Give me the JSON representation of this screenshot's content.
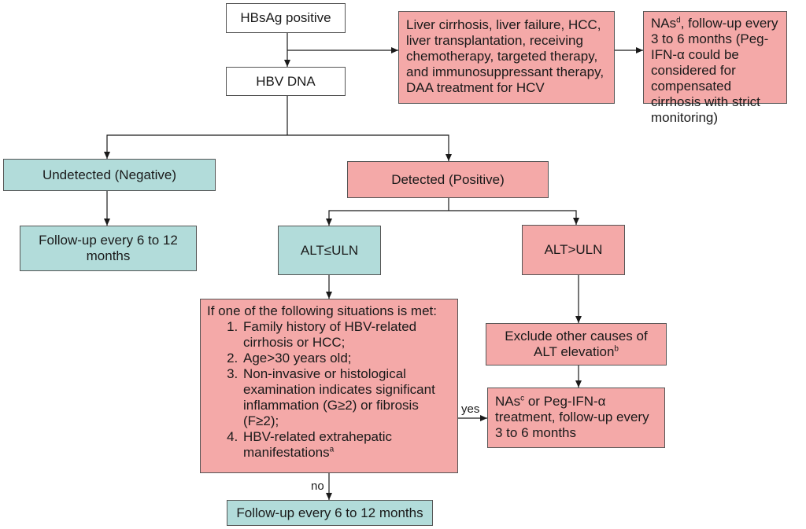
{
  "nodes": {
    "hbsag": "HBsAg positive",
    "hbv_dna": "HBV DNA",
    "special": "Liver cirrhosis, liver failure, HCC, liver transplantation, receiving chemotherapy, targeted therapy, and immunosuppressant therapy, DAA treatment for HCV",
    "nas_top": {
      "prefix": "NAs",
      "sup": "d",
      "rest": ", follow-up every 3 to 6 months (Peg-IFN-α could be considered for compensated cirrhosis with strict monitoring)"
    },
    "undetected": "Undetected (Negative)",
    "followup_neg": "Follow-up every 6 to 12 months",
    "detected": "Detected (Positive)",
    "alt_le": "ALT≤ULN",
    "alt_gt": "ALT>ULN",
    "situations": {
      "intro": "If one of the following situations is met:",
      "items": [
        {
          "text": "Family history of HBV-related cirrhosis or HCC;",
          "sup": ""
        },
        {
          "text": "Age>30 years old;",
          "sup": ""
        },
        {
          "text": "Non-invasive or histological examination indicates significant inflammation (G≥2) or fibrosis (F≥2);",
          "sup": ""
        },
        {
          "text": "HBV-related extrahepatic manifestations",
          "sup": "a"
        }
      ]
    },
    "exclude": {
      "text": "Exclude other causes of ALT elevation",
      "sup": "b"
    },
    "nas_treat": {
      "prefix": "NAs",
      "sup": "c",
      "rest": " or Peg-IFN-α treatment, follow-up every 3 to 6 months"
    },
    "followup_bottom": "Follow-up every 6 to 12 months"
  },
  "edge_labels": {
    "yes": "yes",
    "no": "no"
  }
}
